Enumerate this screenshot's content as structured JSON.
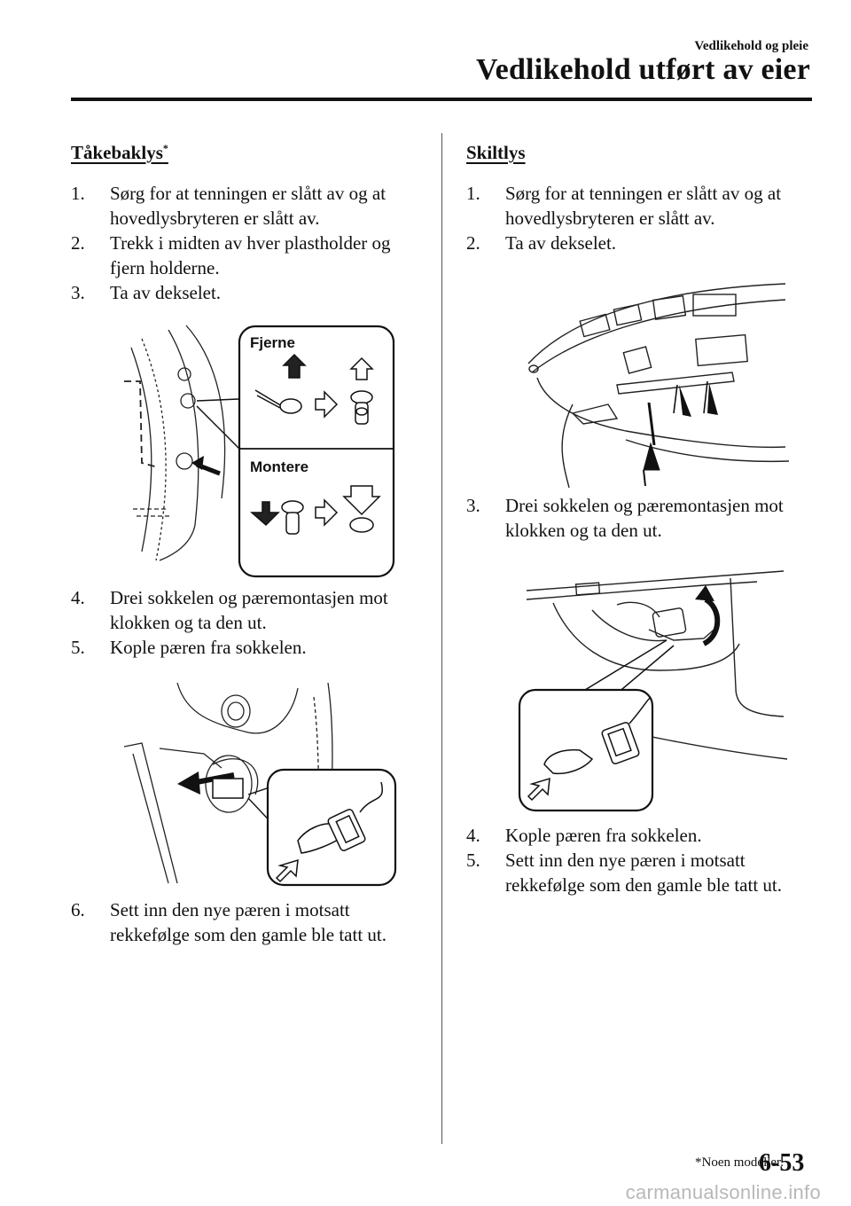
{
  "header": {
    "section": "Vedlikehold og pleie",
    "title": "Vedlikehold utført av eier"
  },
  "left": {
    "heading": "Tåkebaklys",
    "heading_mark": "*",
    "steps_a": [
      {
        "num": "1.",
        "text": "Sørg for at tenningen er slått av og at hovedlysbryteren er slått av."
      },
      {
        "num": "2.",
        "text": "Trekk i midten av hver plastholder og fjern holderne."
      },
      {
        "num": "3.",
        "text": "Ta av dekselet."
      }
    ],
    "fig1": {
      "remove_label": "Fjerne",
      "install_label": "Montere"
    },
    "steps_b": [
      {
        "num": "4.",
        "text": "Drei sokkelen og pæremontasjen mot klokken og ta den ut."
      },
      {
        "num": "5.",
        "text": "Kople pæren fra sokkelen."
      }
    ],
    "steps_c": [
      {
        "num": "6.",
        "text": "Sett inn den nye pæren i motsatt rekkefølge som den gamle ble tatt ut."
      }
    ]
  },
  "right": {
    "heading": "Skiltlys",
    "steps_a": [
      {
        "num": "1.",
        "text": "Sørg for at tenningen er slått av og at hovedlysbryteren er slått av."
      },
      {
        "num": "2.",
        "text": "Ta av dekselet."
      }
    ],
    "steps_b": [
      {
        "num": "3.",
        "text": "Drei sokkelen og pæremontasjen mot klokken og ta den ut."
      }
    ],
    "steps_c": [
      {
        "num": "4.",
        "text": "Kople pæren fra sokkelen."
      },
      {
        "num": "5.",
        "text": "Sett inn den nye pæren i motsatt rekkefølge som den gamle ble tatt ut."
      }
    ]
  },
  "footer": {
    "note": "*Noen modeller.",
    "page": "6-53",
    "watermark": "carmanualsonline.info"
  }
}
